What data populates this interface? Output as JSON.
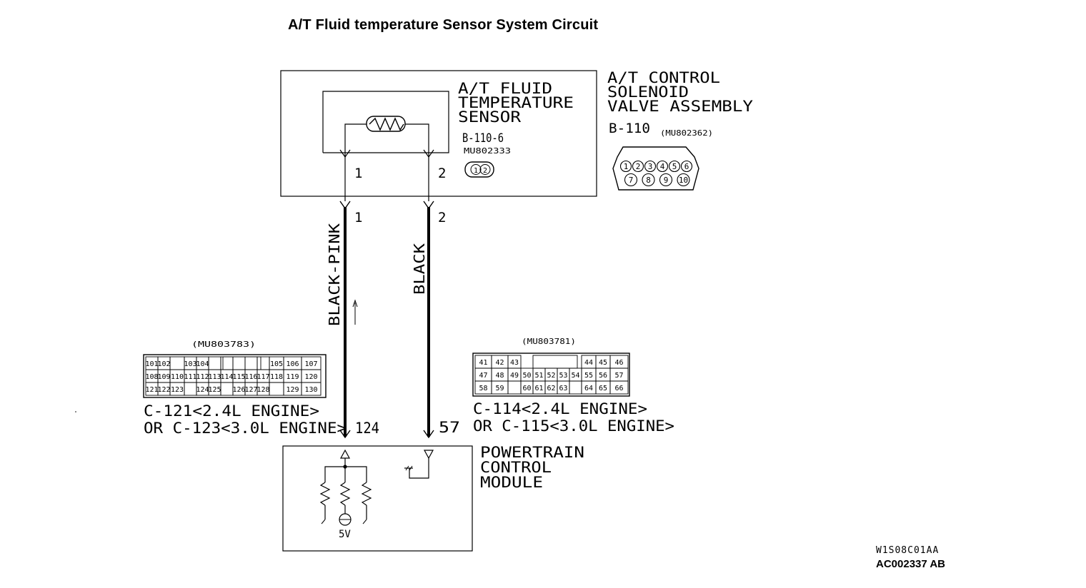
{
  "title": "A/T Fluid temperature Sensor System Circuit",
  "assembly": {
    "name_lines": [
      "A/T CONTROL",
      "SOLENOID",
      "VALVE ASSEMBLY"
    ],
    "connector_id": "B-110",
    "part_number": "(MU802362)",
    "connector_pins_row1": [
      "1",
      "2",
      "3",
      "4",
      "5",
      "6"
    ],
    "connector_pins_row2": [
      "7",
      "8",
      "9",
      "10"
    ]
  },
  "sensor": {
    "name_lines": [
      "A/T FLUID",
      "TEMPERATURE",
      "SENSOR"
    ],
    "connector_id": "B-110-6",
    "part_number": "MU802333",
    "pins": [
      "1",
      "2"
    ]
  },
  "wires": [
    {
      "color": "BLACK-PINK",
      "sensor_pin": "1",
      "harness_pin": "1",
      "pcm_terminal": "124"
    },
    {
      "color": "BLACK",
      "sensor_pin": "2",
      "harness_pin": "2",
      "pcm_terminal": "57"
    }
  ],
  "left_connector": {
    "part_number": "(MU803783)",
    "label_lines": [
      "C-121<2.4L ENGINE>",
      "OR C-123<3.0L ENGINE>"
    ],
    "rows": [
      [
        "101",
        "102",
        "",
        "103",
        "104",
        "",
        "",
        "",
        "",
        "",
        "105",
        "106",
        "107"
      ],
      [
        "108",
        "109",
        "110",
        "111",
        "112",
        "113",
        "114",
        "115",
        "116",
        "117",
        "118",
        "119",
        "120"
      ],
      [
        "121",
        "122",
        "123",
        "",
        "124",
        "125",
        "",
        "126",
        "127",
        "128",
        "",
        "129",
        "130"
      ]
    ]
  },
  "right_connector": {
    "part_number": "(MU803781)",
    "label_lines": [
      "C-114<2.4L ENGINE>",
      "OR C-115<3.0L ENGINE>"
    ],
    "rows": [
      [
        "41",
        "42",
        "43",
        "",
        "",
        "",
        "",
        "",
        "44",
        "45",
        "46"
      ],
      [
        "47",
        "48",
        "49",
        "50",
        "51",
        "52",
        "53",
        "54",
        "55",
        "56",
        "57"
      ],
      [
        "58",
        "59",
        "",
        "60",
        "61",
        "62",
        "63",
        "",
        "64",
        "65",
        "66"
      ]
    ]
  },
  "pcm": {
    "name_lines": [
      "POWERTRAIN",
      "CONTROL",
      "MODULE"
    ],
    "supply": "5V"
  },
  "reference": {
    "code": "W1S08C01AA",
    "id": "AC002337 AB"
  }
}
